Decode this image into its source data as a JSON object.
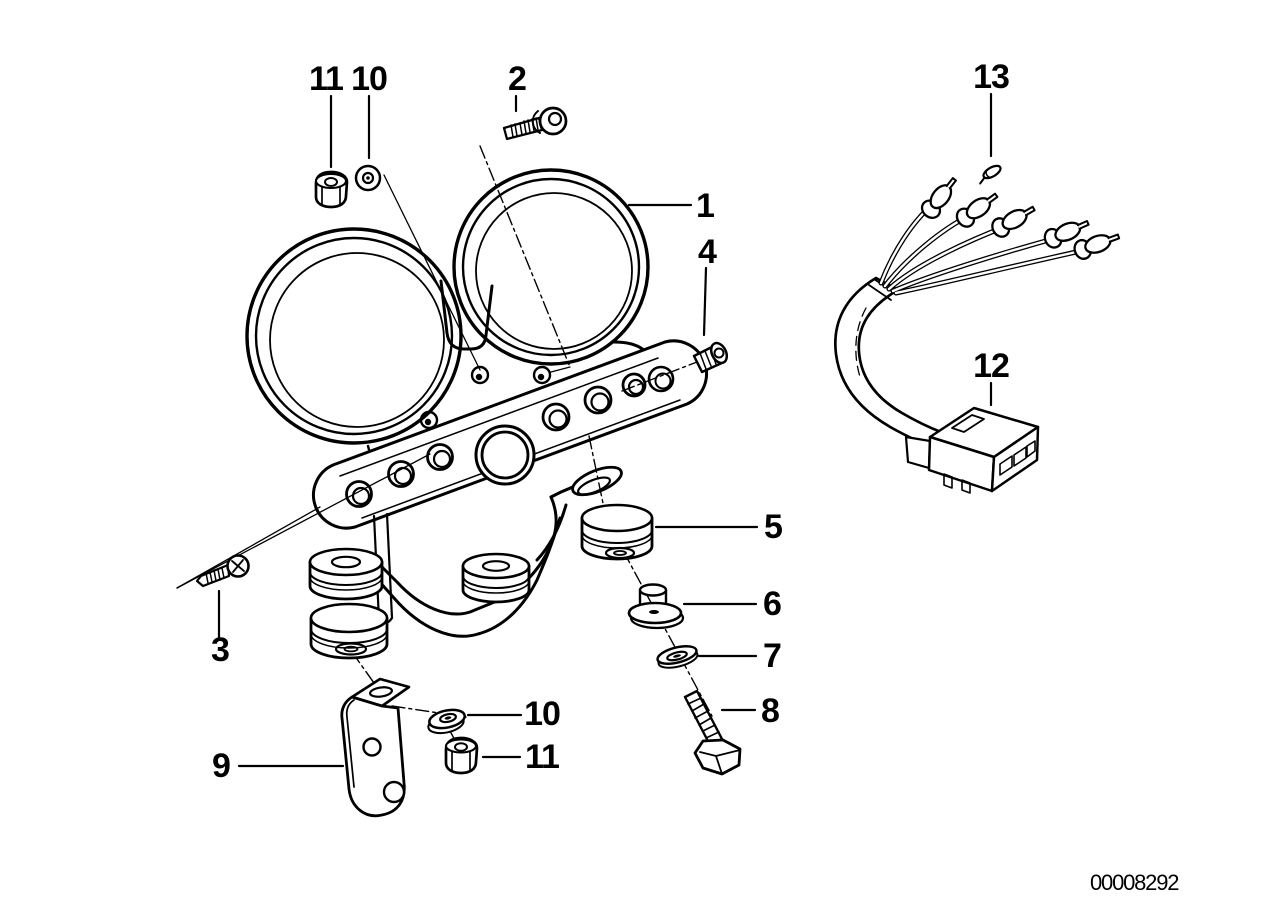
{
  "diagram": {
    "type": "exploded-parts-diagram",
    "background_color": "#ffffff",
    "line_color": "#000000",
    "drawing_number": "00008292",
    "callouts": [
      {
        "id": "callout-11-top",
        "label": "11"
      },
      {
        "id": "callout-10-top",
        "label": "10"
      },
      {
        "id": "callout-2",
        "label": "2"
      },
      {
        "id": "callout-1",
        "label": "1"
      },
      {
        "id": "callout-4",
        "label": "4"
      },
      {
        "id": "callout-13",
        "label": "13"
      },
      {
        "id": "callout-12",
        "label": "12"
      },
      {
        "id": "callout-5",
        "label": "5"
      },
      {
        "id": "callout-6",
        "label": "6"
      },
      {
        "id": "callout-7",
        "label": "7"
      },
      {
        "id": "callout-8",
        "label": "8"
      },
      {
        "id": "callout-3",
        "label": "3"
      },
      {
        "id": "callout-9",
        "label": "9"
      },
      {
        "id": "callout-10-bottom",
        "label": "10"
      },
      {
        "id": "callout-11-bottom",
        "label": "11"
      }
    ]
  }
}
